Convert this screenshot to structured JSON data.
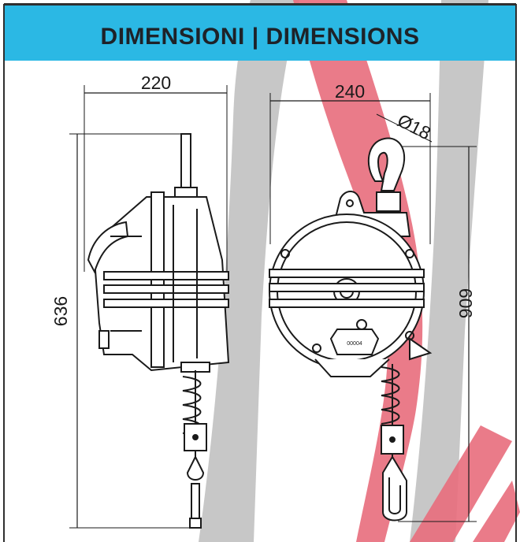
{
  "header": {
    "title": "DIMENSIONI | DIMENSIONS",
    "band_color": "#2bb8e4"
  },
  "dimensions": {
    "left_width": "220",
    "left_height": "636",
    "right_width": "240",
    "right_height": "606",
    "hook_diameter": "Ø18"
  },
  "plate_label": "00004",
  "colors": {
    "stripe_grey": "#c4c4c4",
    "stripe_red": "#e86d7c",
    "line": "#1a1a1a"
  }
}
